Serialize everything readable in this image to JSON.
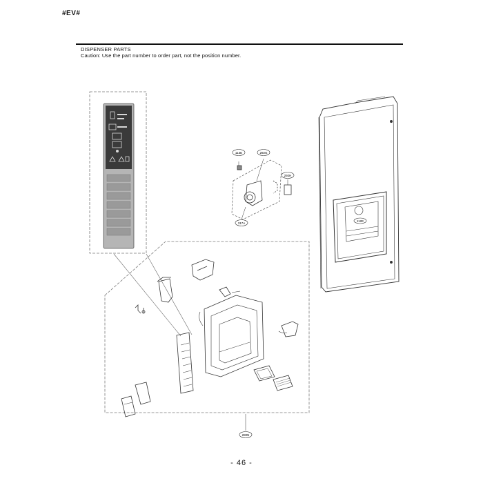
{
  "header": {
    "tag": "#EV#"
  },
  "section": {
    "title": "DISPENSER PARTS",
    "caution": "Caution: Use the part number to order part, not the position number."
  },
  "callouts": {
    "c1": "113E",
    "c2": "292G",
    "c3": "292H",
    "c4": "317A",
    "c5": "280N",
    "c6": "112E"
  },
  "control_panel": {
    "buttons": [
      "",
      "",
      "",
      "",
      "",
      "",
      ""
    ]
  },
  "footer": {
    "page_number": "- 46 -"
  },
  "colors": {
    "line": "#333333",
    "panel_gray": "#8c8c8c",
    "display_dark": "#3a3a3a",
    "dashed": "#666666"
  }
}
